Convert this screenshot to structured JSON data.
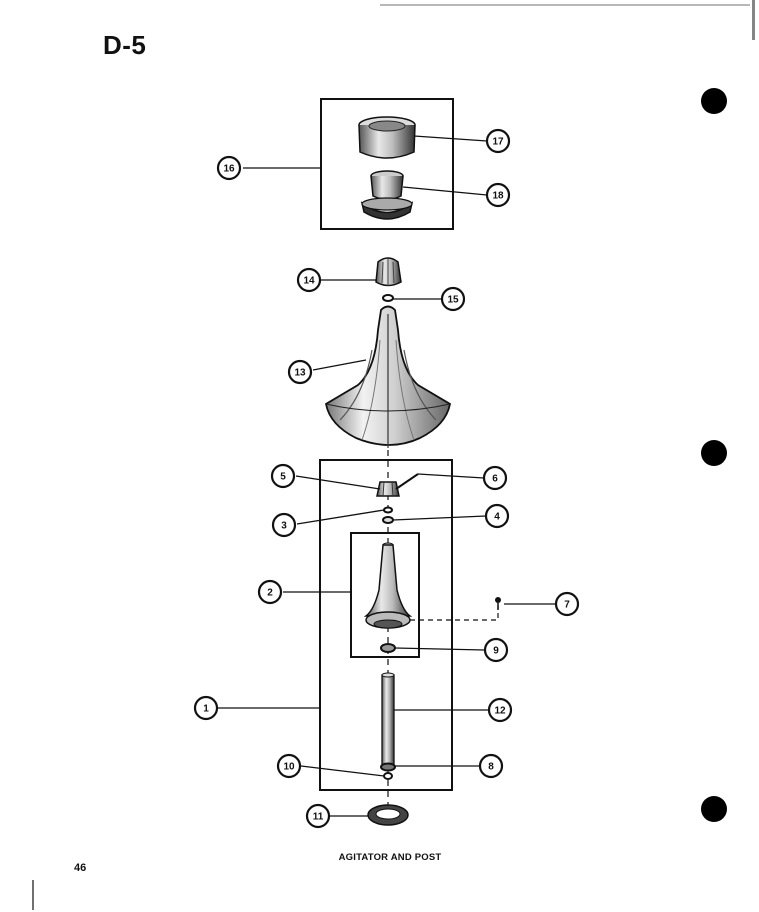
{
  "page_id": "D-5",
  "page_number": "46",
  "caption": "AGITATOR AND POST",
  "callouts": [
    {
      "id": "1",
      "label": "1"
    },
    {
      "id": "2",
      "label": "2"
    },
    {
      "id": "3",
      "label": "3"
    },
    {
      "id": "4",
      "label": "4"
    },
    {
      "id": "5",
      "label": "5"
    },
    {
      "id": "6",
      "label": "6"
    },
    {
      "id": "7",
      "label": "7"
    },
    {
      "id": "8",
      "label": "8"
    },
    {
      "id": "9",
      "label": "9"
    },
    {
      "id": "10",
      "label": "10"
    },
    {
      "id": "11",
      "label": "11"
    },
    {
      "id": "12",
      "label": "12"
    },
    {
      "id": "13",
      "label": "13"
    },
    {
      "id": "14",
      "label": "14"
    },
    {
      "id": "15",
      "label": "15"
    },
    {
      "id": "16",
      "label": "16"
    },
    {
      "id": "17",
      "label": "17"
    },
    {
      "id": "18",
      "label": "18"
    }
  ],
  "colors": {
    "ink": "#111111",
    "paper": "#ffffff",
    "shade": "#9a9a9a"
  }
}
